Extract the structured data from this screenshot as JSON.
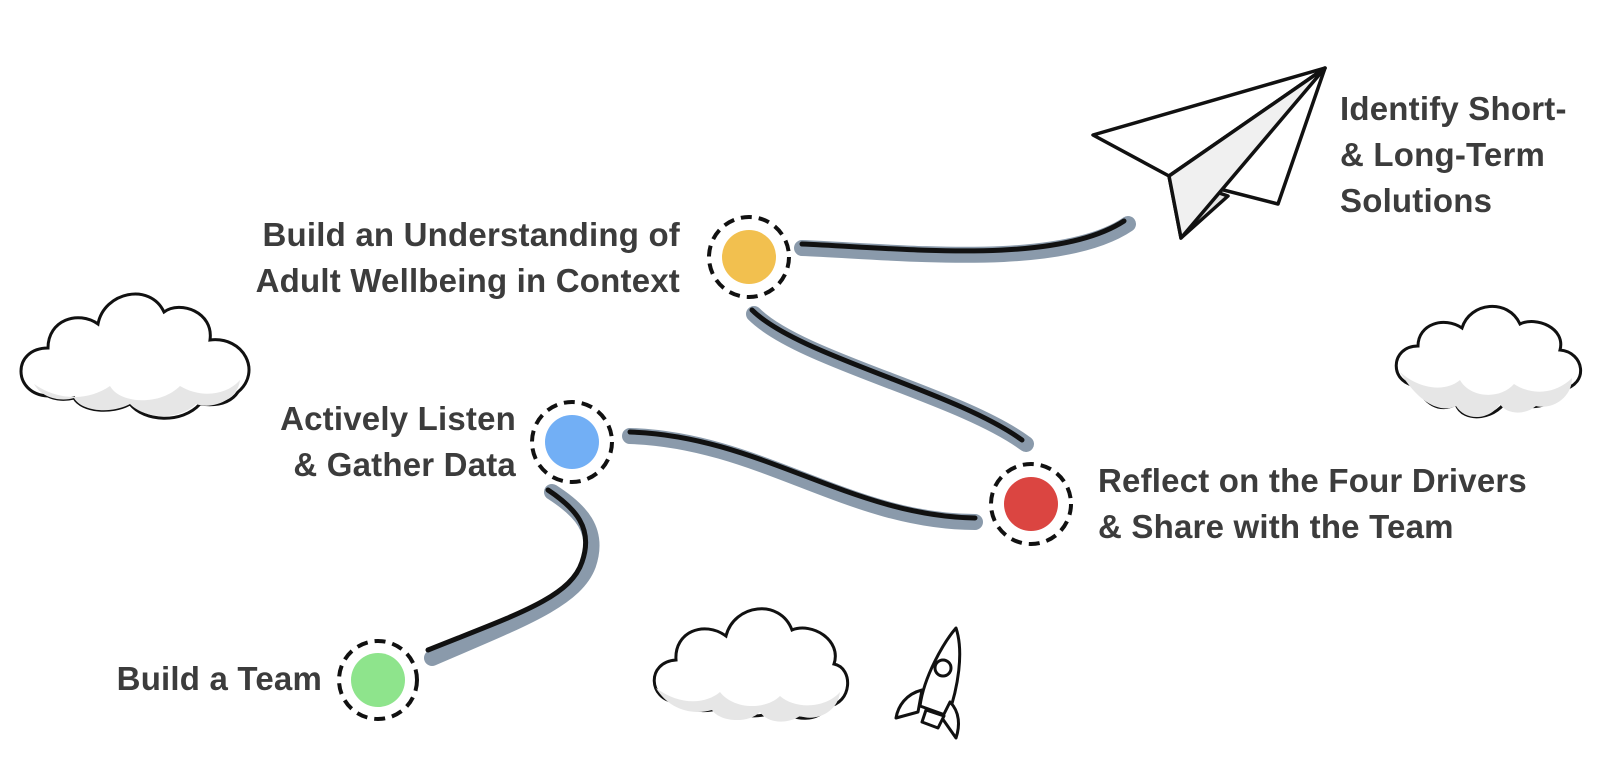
{
  "steps": [
    {
      "label": "Build a Team",
      "color": "#8ee48c"
    },
    {
      "label": "Actively Listen\n& Gather Data",
      "color": "#72aff5"
    },
    {
      "label": "Build an Understanding of\nAdult Wellbeing in Context",
      "color": "#f2c04f"
    },
    {
      "label": "Reflect on the Four Drivers\n& Share with the Team",
      "color": "#db4541"
    },
    {
      "label": "Identify Short-\n& Long-Term\nSolutions"
    }
  ],
  "colors": {
    "path_shadow": "#8a9aab",
    "path_line": "#111111",
    "text": "#3c3c3c",
    "cloud_shade": "#e6e6e6"
  },
  "icons": [
    "cloud-icon",
    "cloud-icon",
    "cloud-icon",
    "paper-plane-icon",
    "rocket-icon"
  ]
}
